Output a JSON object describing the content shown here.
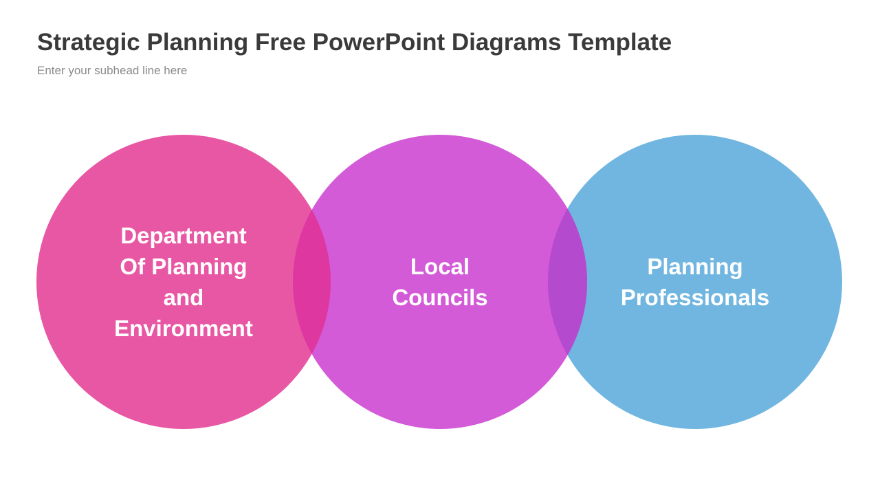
{
  "header": {
    "title": "Strategic Planning Free PowerPoint Diagrams Template",
    "subtitle": "Enter your subhead line here"
  },
  "circles": [
    {
      "lines": [
        "Department",
        "Of Planning",
        "and",
        "Environment"
      ],
      "color": "#E857A3"
    },
    {
      "lines": [
        "Local",
        "Councils"
      ],
      "color": "#D35BD8"
    },
    {
      "lines": [
        "Planning",
        "Professionals"
      ],
      "color": "#70B6E0"
    }
  ],
  "overlaps": {
    "left_middle": "#DE37A0",
    "middle_right": "#B44ACE"
  }
}
